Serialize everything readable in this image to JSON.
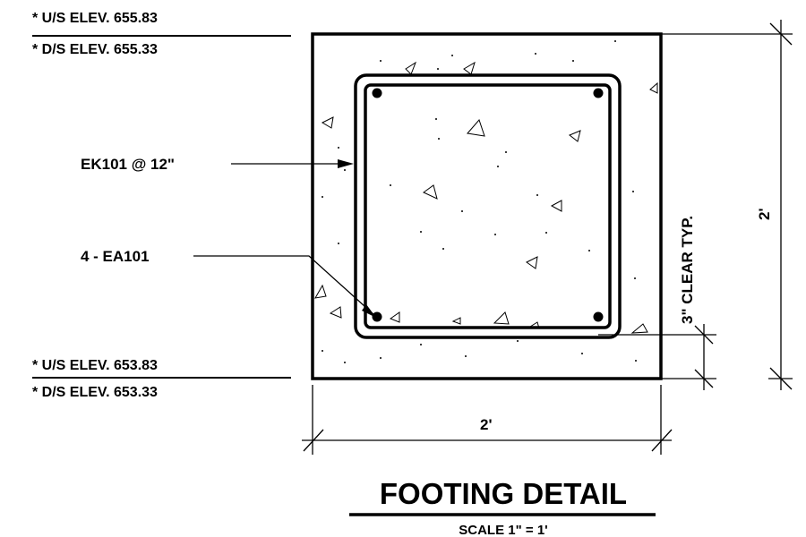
{
  "elevations": {
    "top_upstream": "* U/S ELEV. 655.83",
    "top_downstream": "* D/S ELEV. 655.33",
    "bottom_upstream": "* U/S ELEV. 653.83",
    "bottom_downstream": "* D/S ELEV. 653.33"
  },
  "callouts": {
    "stirrup": "EK101 @ 12\"",
    "longitudinal_bars": "4 - EA101"
  },
  "dimensions": {
    "clear_cover": "3\" CLEAR TYP.",
    "height": "2'",
    "width": "2'"
  },
  "title": {
    "main": "FOOTING DETAIL",
    "scale": "SCALE 1\" = 1'"
  }
}
